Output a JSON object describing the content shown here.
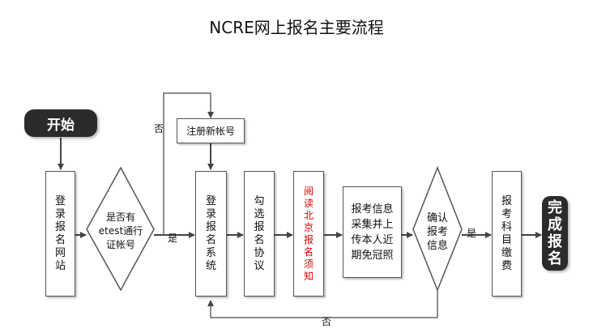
{
  "title": "NCRE网上报名主要流程",
  "colors": {
    "line": "#555555",
    "dark": "#2b2b2b",
    "highlight": "#e00000"
  },
  "nodes": {
    "start": "开始",
    "login_site": "登录报名网站",
    "check_account": [
      "是否有",
      "etest通行",
      "证帐号"
    ],
    "register_account": "注册新帐号",
    "login_system": "登录报名系统",
    "select_agreement": "勾选报名协议",
    "read_notice": "阅读北京报名须知",
    "collect_info": [
      "报考信息",
      "采集并上",
      "传本人近",
      "期免冠照"
    ],
    "confirm_info": [
      "确认",
      "报考",
      "信息"
    ],
    "pay_fee": "报考科目缴费",
    "complete": "完成报名"
  },
  "edge_labels": {
    "no_account": "否",
    "has_account": "是",
    "confirmed": "是",
    "not_confirmed": "否"
  }
}
